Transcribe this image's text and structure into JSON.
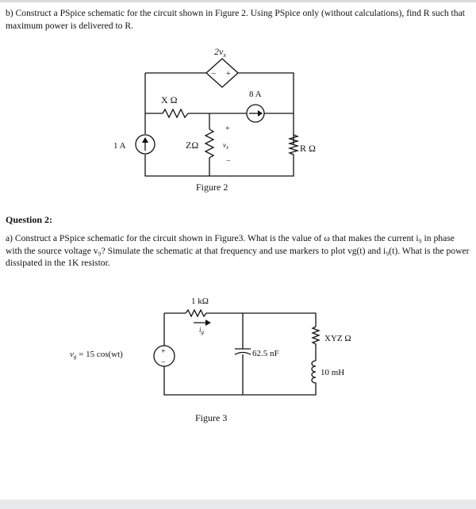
{
  "q1": {
    "text": "b) Construct a PSpice schematic for the circuit shown in Figure 2. Using PSpice only (without calculations), find R such that maximum power is delivered to R."
  },
  "fig2": {
    "dep_source_label": "2v",
    "dep_source_sub": "x",
    "dep_minus": "−",
    "dep_plus": "+",
    "res_x_label": "X Ω",
    "current_8a_label": "8 A",
    "current_1a_label": "1 A",
    "res_z_label": "ZΩ",
    "vx_plus": "+",
    "vx_label": "v",
    "vx_sub": "x",
    "vx_minus": "−",
    "res_r_label": "R Ω",
    "caption": "Figure 2"
  },
  "q2": {
    "heading": "Question 2:",
    "text": "a) Construct a PSpice schematic for the circuit shown in Figure3. What is the value of ω that makes the current i₉ in phase with the source voltage v₉? Simulate the schematic at that frequency and use markers to plot vg(t) and i₉(t). What is the power dissipated in the 1K resistor."
  },
  "fig3": {
    "res_1k_label": "1 kΩ",
    "ig_label": "i",
    "ig_sub": "g",
    "vg_label": "v",
    "vg_sub": "g",
    "vg_expr": " = 15 cos(wt)",
    "src_plus": "+",
    "src_minus": "−",
    "cap_label": "62.5 nF",
    "res_xyz_label": "XYZ Ω",
    "ind_label": "10 mH",
    "caption": "Figure 3"
  }
}
